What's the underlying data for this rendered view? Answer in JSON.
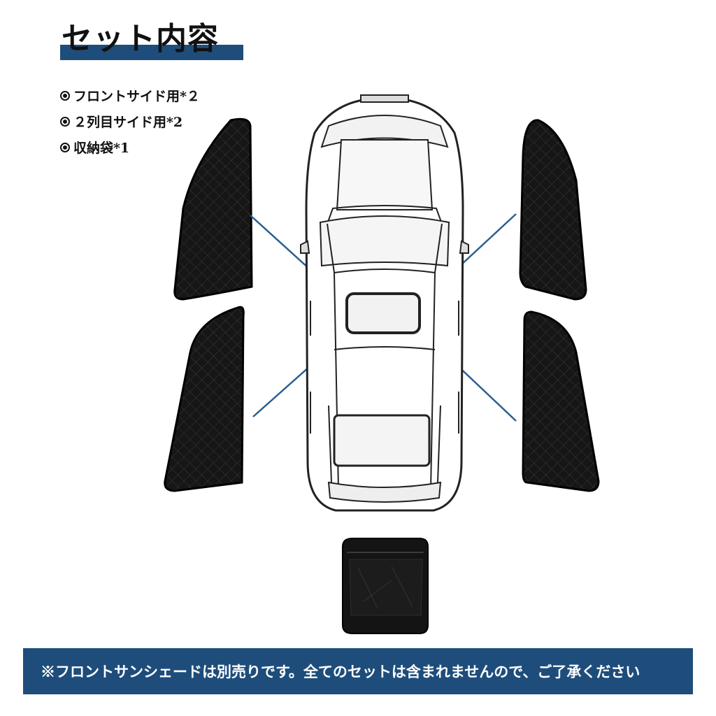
{
  "title": "セット内容",
  "items": [
    {
      "label": "フロントサイド用*２"
    },
    {
      "label": "２列目サイド用*2"
    },
    {
      "label": "収納袋*1"
    }
  ],
  "notice": "※フロントサンシェードは別売りです。全てのセットは含まれませんので、ご了承ください",
  "colors": {
    "accent": "#1e4d7b",
    "shade": "#1a1a1a",
    "line": "#2a5f90"
  }
}
